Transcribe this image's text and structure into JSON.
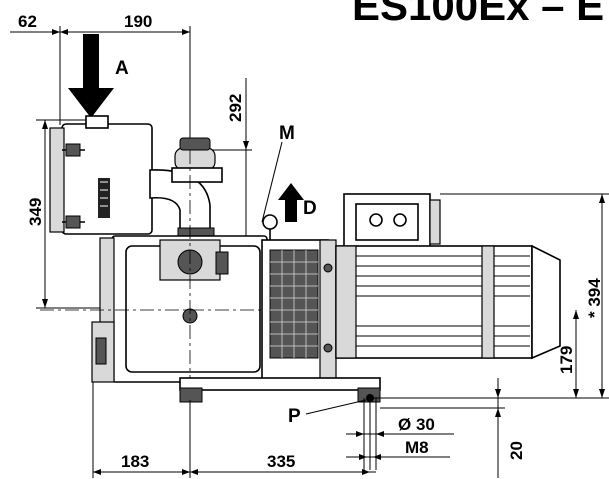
{
  "title": "ES100Ex – E",
  "labels": {
    "a": "A",
    "m": "M",
    "d": "D",
    "p": "P"
  },
  "dimensions": {
    "d62": "62",
    "d190": "190",
    "d292": "292",
    "d349": "349",
    "d394": "* 394",
    "d179": "179",
    "d183": "183",
    "d335": "335",
    "d20": "20",
    "d30": "Ø 30",
    "m8": "M8"
  }
}
